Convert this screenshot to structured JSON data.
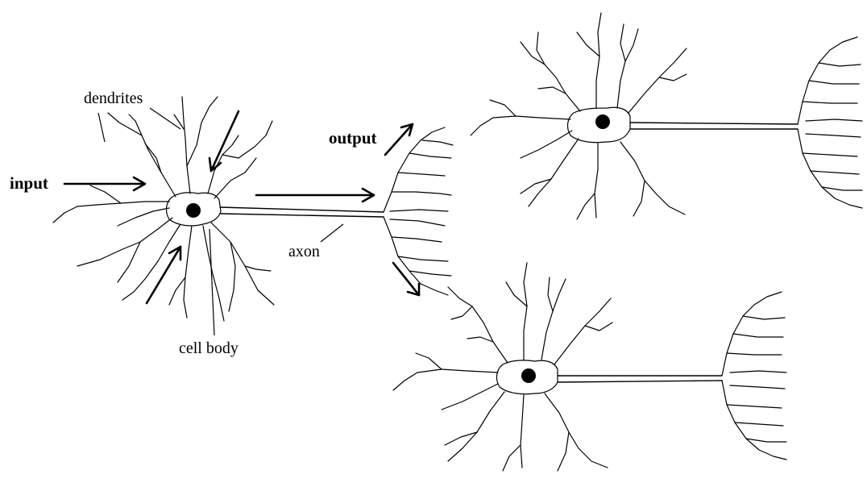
{
  "labels": {
    "dendrites": "dendrites",
    "input": "input",
    "output": "output",
    "axon": "axon",
    "cell_body": "cell body"
  },
  "colors": {
    "ink": "#000000",
    "background": "#ffffff"
  }
}
